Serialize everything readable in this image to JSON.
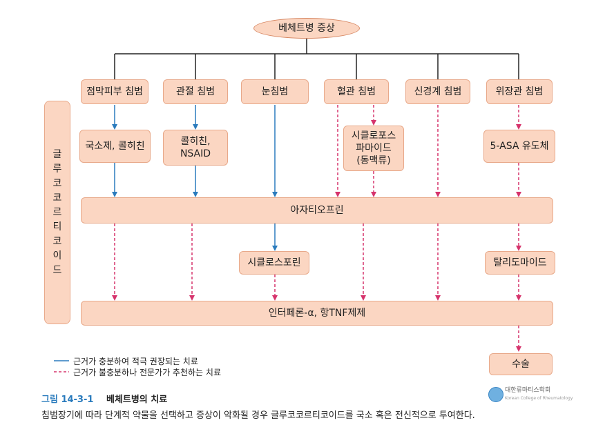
{
  "root": {
    "label": "베체트병 증상"
  },
  "categories": [
    {
      "label": "점막피부 침범"
    },
    {
      "label": "관절 침범"
    },
    {
      "label": "눈침범"
    },
    {
      "label": "혈관 침범"
    },
    {
      "label": "신경계 침범"
    },
    {
      "label": "위장관 침범"
    }
  ],
  "first_line": [
    {
      "label": "국소제, 콜히친"
    },
    {
      "line1": "콜히친,",
      "line2": "NSAID"
    },
    {
      "line1": "시클로포스",
      "line2": "파마이드",
      "line3": "(동맥류)"
    },
    {
      "label": "5-ASA 유도체"
    }
  ],
  "steroid": {
    "chars": [
      "글",
      "루",
      "코",
      "코",
      "르",
      "티",
      "코",
      "이",
      "드"
    ]
  },
  "azathioprine": {
    "label": "아자티오프린"
  },
  "second_line": [
    {
      "label": "시클로스포린"
    },
    {
      "label": "탈리도마이드"
    }
  ],
  "interferon": {
    "label": "인터페론-α, 항TNF제제"
  },
  "surgery": {
    "label": "수술"
  },
  "legend": [
    {
      "style": "solid",
      "color": "#2a7bbd",
      "label": "근거가 충분하여 적극 권장되는 치료"
    },
    {
      "style": "dashed",
      "color": "#d6336c",
      "label": "근거가 불충분하나 전문가가 추천하는 치료"
    }
  ],
  "caption": {
    "figure_number": "그림 14-3-1",
    "title": "베체트병의 치료",
    "description": "침범장기에 따라 단계적 약물을 선택하고 증상이 악화될 경우 글루코코르티코이드를 국소 혹은 전신적으로 투여한다."
  },
  "logo": {
    "name": "대한류마티스학회",
    "sub": "Korean College of Rheumatology"
  },
  "colors": {
    "box_fill": "#fbd6c2",
    "solid_arrow": "#2a7bbd",
    "dashed_arrow": "#d6336c"
  }
}
